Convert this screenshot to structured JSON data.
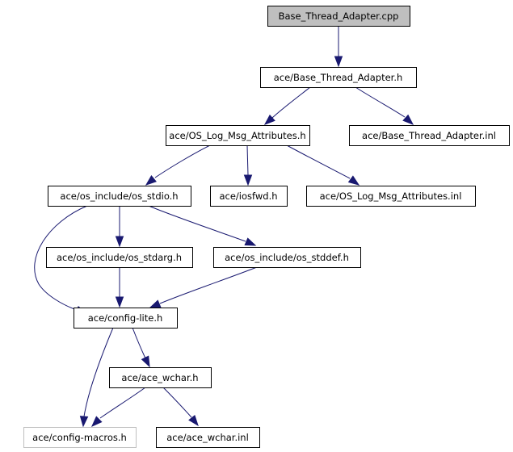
{
  "title": "Base_Thread_Adapter.cpp",
  "colors": {
    "edge": "#191970",
    "root_fill": "#bfbfbf",
    "missing_border": "#bfbfbf"
  },
  "nodes": [
    {
      "id": "n0",
      "label": "Base_Thread_Adapter.cpp",
      "kind": "root"
    },
    {
      "id": "n1",
      "label": "ace/Base_Thread_Adapter.h",
      "kind": "normal"
    },
    {
      "id": "n2",
      "label": "ace/OS_Log_Msg_Attributes.h",
      "kind": "normal"
    },
    {
      "id": "n3",
      "label": "ace/Base_Thread_Adapter.inl",
      "kind": "normal"
    },
    {
      "id": "n4",
      "label": "ace/os_include/os_stdio.h",
      "kind": "normal"
    },
    {
      "id": "n5",
      "label": "ace/iosfwd.h",
      "kind": "normal"
    },
    {
      "id": "n6",
      "label": "ace/OS_Log_Msg_Attributes.inl",
      "kind": "normal"
    },
    {
      "id": "n7",
      "label": "ace/os_include/os_stdarg.h",
      "kind": "normal"
    },
    {
      "id": "n8",
      "label": "ace/os_include/os_stddef.h",
      "kind": "normal"
    },
    {
      "id": "n9",
      "label": "ace/config-lite.h",
      "kind": "normal"
    },
    {
      "id": "n10",
      "label": "ace/ace_wchar.h",
      "kind": "normal"
    },
    {
      "id": "n11",
      "label": "ace/config-macros.h",
      "kind": "missing"
    },
    {
      "id": "n12",
      "label": "ace/ace_wchar.inl",
      "kind": "normal"
    }
  ],
  "edges": [
    {
      "from": "n0",
      "to": "n1"
    },
    {
      "from": "n1",
      "to": "n2"
    },
    {
      "from": "n1",
      "to": "n3"
    },
    {
      "from": "n2",
      "to": "n4"
    },
    {
      "from": "n2",
      "to": "n5"
    },
    {
      "from": "n2",
      "to": "n6"
    },
    {
      "from": "n4",
      "to": "n7"
    },
    {
      "from": "n4",
      "to": "n8"
    },
    {
      "from": "n4",
      "to": "n9"
    },
    {
      "from": "n7",
      "to": "n9"
    },
    {
      "from": "n8",
      "to": "n9"
    },
    {
      "from": "n9",
      "to": "n10"
    },
    {
      "from": "n9",
      "to": "n11"
    },
    {
      "from": "n10",
      "to": "n11"
    },
    {
      "from": "n10",
      "to": "n12"
    }
  ]
}
